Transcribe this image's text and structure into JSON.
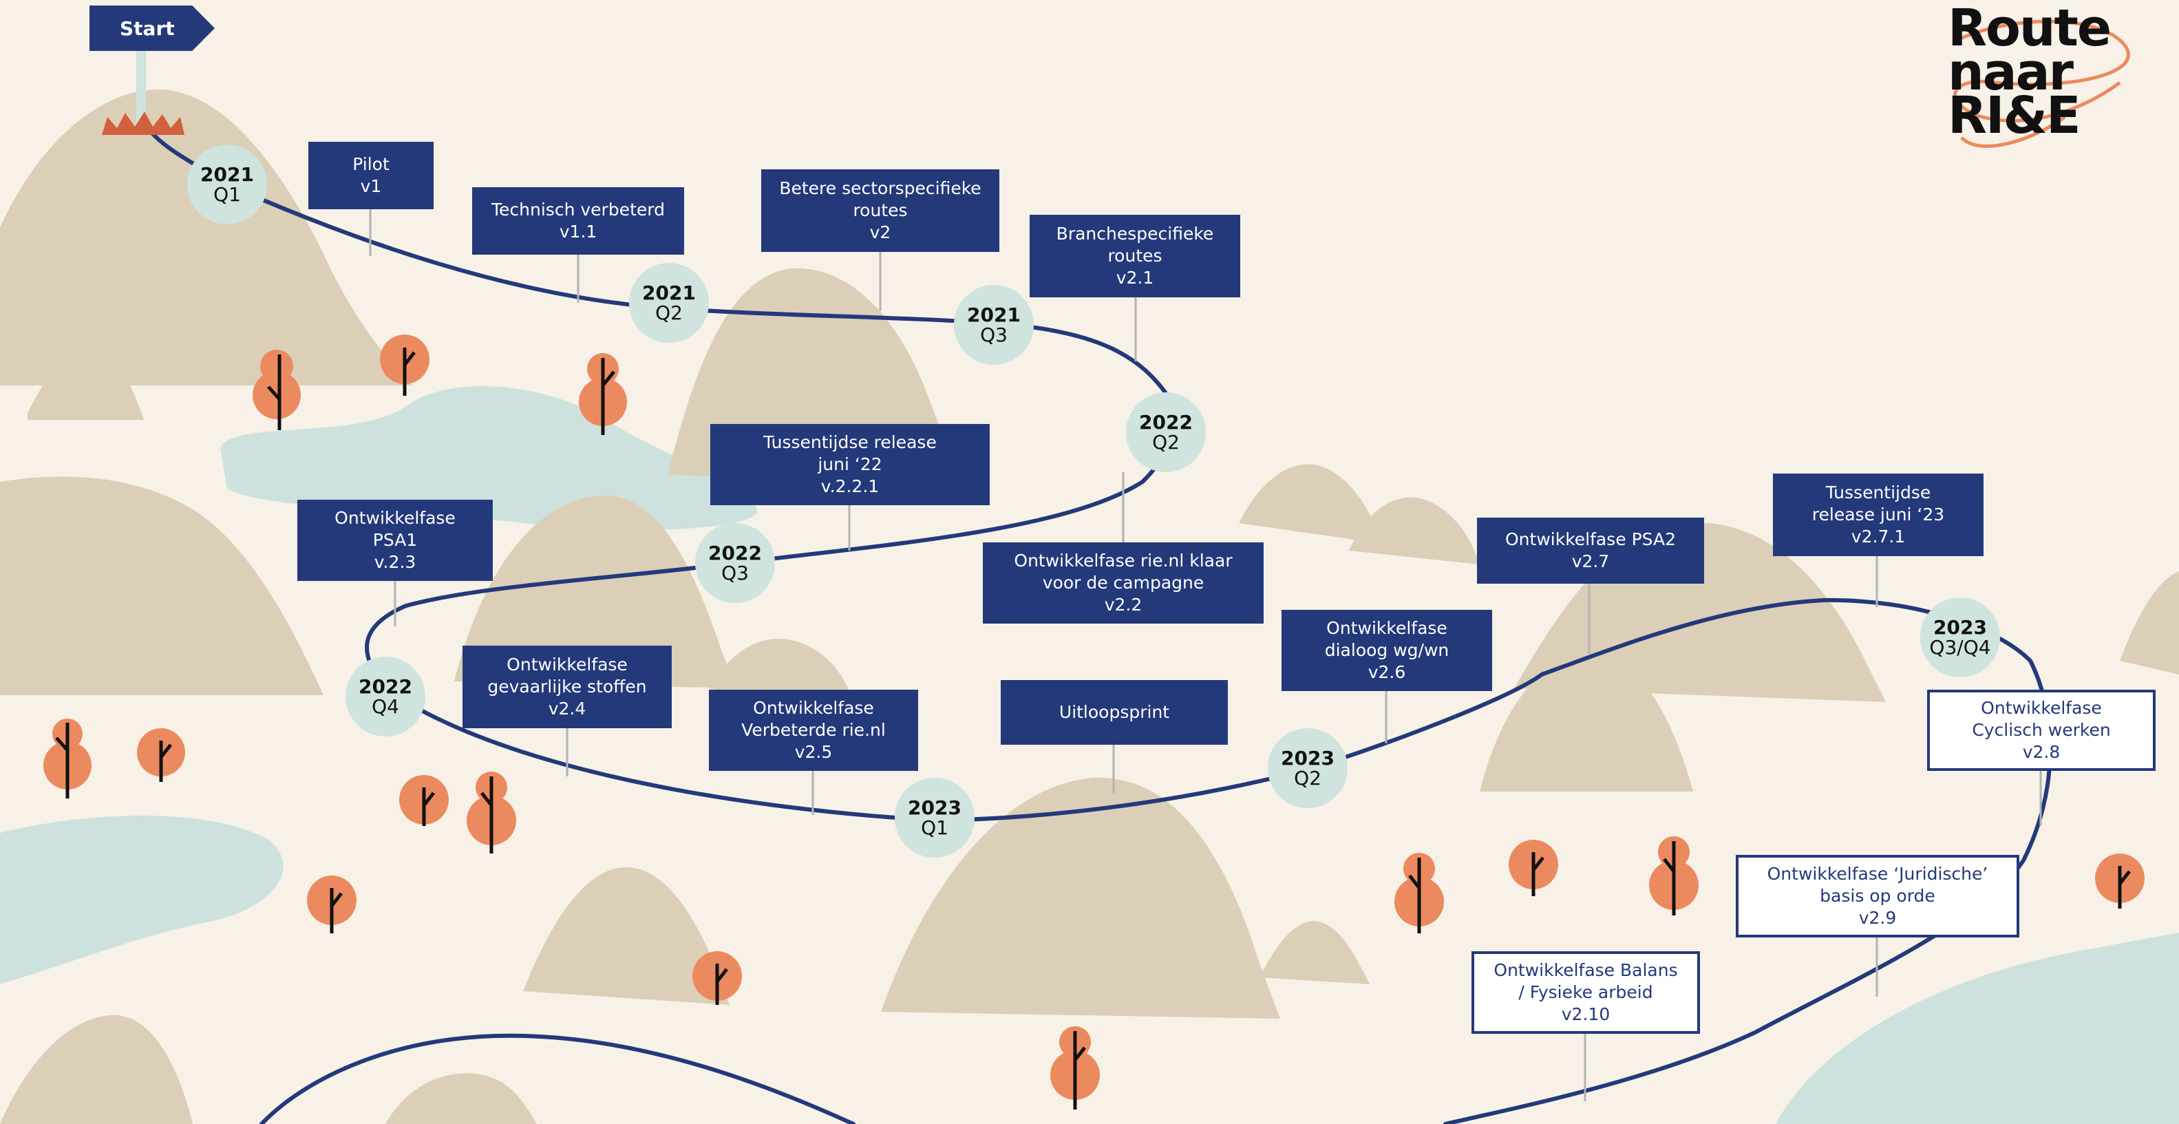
{
  "start": {
    "label": "Start"
  },
  "logo": {
    "lines": [
      "Route",
      "naar",
      "RI&E"
    ]
  },
  "milestones": [
    {
      "year": "2021",
      "quarter": "Q1"
    },
    {
      "year": "2021",
      "quarter": "Q2"
    },
    {
      "year": "2021",
      "quarter": "Q3"
    },
    {
      "year": "2022",
      "quarter": "Q2"
    },
    {
      "year": "2022",
      "quarter": "Q3"
    },
    {
      "year": "2022",
      "quarter": "Q4"
    },
    {
      "year": "2023",
      "quarter": "Q1"
    },
    {
      "year": "2023",
      "quarter": "Q2"
    },
    {
      "year": "2023",
      "quarter": "Q3/Q4"
    }
  ],
  "releases": [
    {
      "text": "Pilot\nv1",
      "style": "filled"
    },
    {
      "text": "Technisch verbeterd\nv1.1",
      "style": "filled"
    },
    {
      "text": "Betere sectorspecifieke\nroutes\nv2",
      "style": "filled"
    },
    {
      "text": "Branchespecifieke\nroutes\nv2.1",
      "style": "filled"
    },
    {
      "text": "Tussentijdse release\njuni ‘22\nv.2.2.1",
      "style": "filled"
    },
    {
      "text": "Ontwikkelfase rie.nl klaar\nvoor de campagne\nv2.2",
      "style": "filled"
    },
    {
      "text": "Ontwikkelfase\nPSA1\nv.2.3",
      "style": "filled"
    },
    {
      "text": "Ontwikkelfase\ngevaarlijke stoffen\nv2.4",
      "style": "filled"
    },
    {
      "text": "Ontwikkelfase\nVerbeterde rie.nl\nv2.5",
      "style": "filled"
    },
    {
      "text": "Uitloopsprint",
      "style": "filled"
    },
    {
      "text": "Ontwikkelfase\ndialoog wg/wn\nv2.6",
      "style": "filled"
    },
    {
      "text": "Ontwikkelfase PSA2\nv2.7",
      "style": "filled"
    },
    {
      "text": "Tussentijdse\nrelease juni ‘23\nv2.7.1",
      "style": "filled"
    },
    {
      "text": "Ontwikkelfase\nCyclisch werken\nv2.8",
      "style": "outlined"
    },
    {
      "text": "Ontwikkelfase ‘Juridische’\nbasis op orde\nv2.9",
      "style": "outlined"
    },
    {
      "text": "Ontwikkelfase Balans\n/ Fysieke arbeid\nv2.10",
      "style": "outlined"
    }
  ],
  "colors": {
    "background": "#f7f1e7",
    "path": "#23397a",
    "box_fill": "#23397a",
    "node": "#cfe3df",
    "hill": "#dccfb8",
    "water": "#cde2de",
    "tree": "#ec8a5f"
  }
}
